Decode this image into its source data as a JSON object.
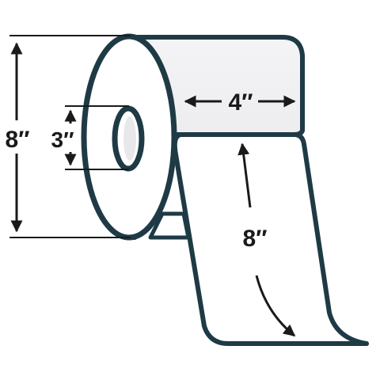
{
  "labels": {
    "roll_outer_diameter": "8″",
    "core_diameter": "3″",
    "label_width": "4″",
    "label_length": "8″"
  },
  "colors": {
    "outline": "#1e3a45",
    "fill": "#ffffff",
    "face_shade": "#ececee",
    "dimension": "#1a1a1a",
    "background": "#ffffff"
  }
}
